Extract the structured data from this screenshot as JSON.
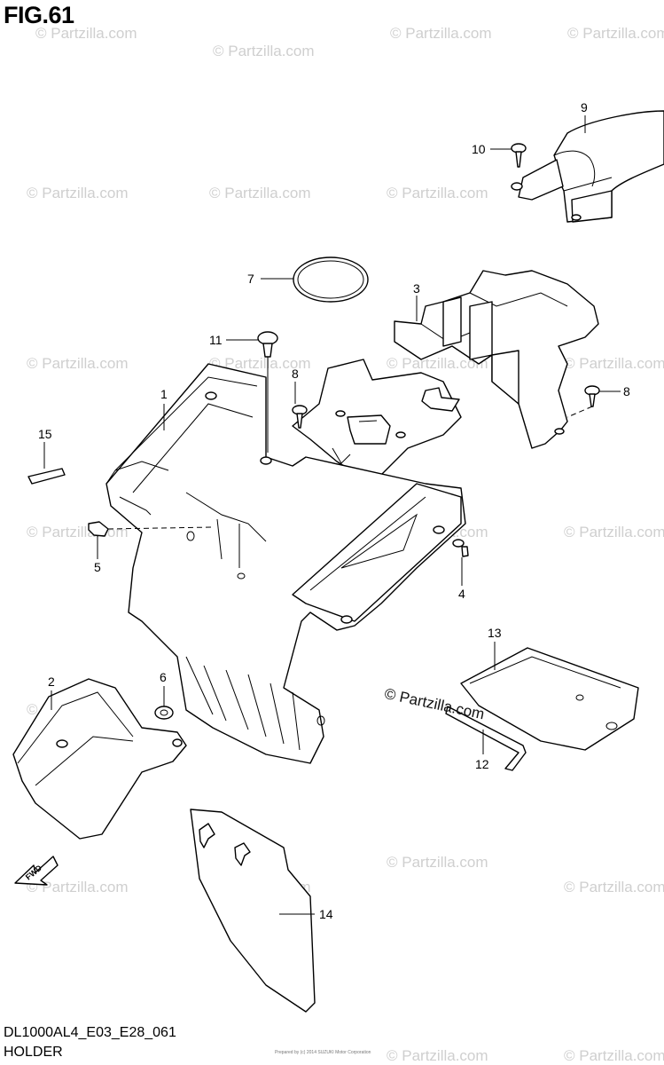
{
  "figure": {
    "title": "FIG.61",
    "model_code": "DL1000AL4_E03_E28_061",
    "section_name": "HOLDER",
    "fwd_label": "FWD",
    "footer_note": "Prepared by (c) 2014 SUZUKI Motor Corporation"
  },
  "watermark": {
    "text": "© Partzilla.com",
    "main_text": "© Partzilla.com"
  },
  "callouts": [
    {
      "id": "1",
      "label": "1"
    },
    {
      "id": "2",
      "label": "2"
    },
    {
      "id": "3",
      "label": "3"
    },
    {
      "id": "4",
      "label": "4"
    },
    {
      "id": "5",
      "label": "5"
    },
    {
      "id": "6",
      "label": "6"
    },
    {
      "id": "7",
      "label": "7"
    },
    {
      "id": "8a",
      "label": "8"
    },
    {
      "id": "8b",
      "label": "8"
    },
    {
      "id": "9",
      "label": "9"
    },
    {
      "id": "10",
      "label": "10"
    },
    {
      "id": "11",
      "label": "11"
    },
    {
      "id": "12",
      "label": "12"
    },
    {
      "id": "13",
      "label": "13"
    },
    {
      "id": "14",
      "label": "14"
    },
    {
      "id": "15",
      "label": "15"
    }
  ]
}
